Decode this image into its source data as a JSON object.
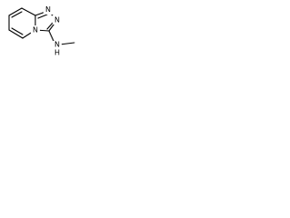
{
  "molecule": {
    "atoms": {
      "n_triazole_top": "N",
      "n_triazole_right": "N",
      "n_bridgehead": "N",
      "n_amine": "N",
      "h_amine": "H"
    },
    "colors": {
      "bond": "#000000",
      "text": "#000000",
      "background": "#ffffff"
    }
  }
}
